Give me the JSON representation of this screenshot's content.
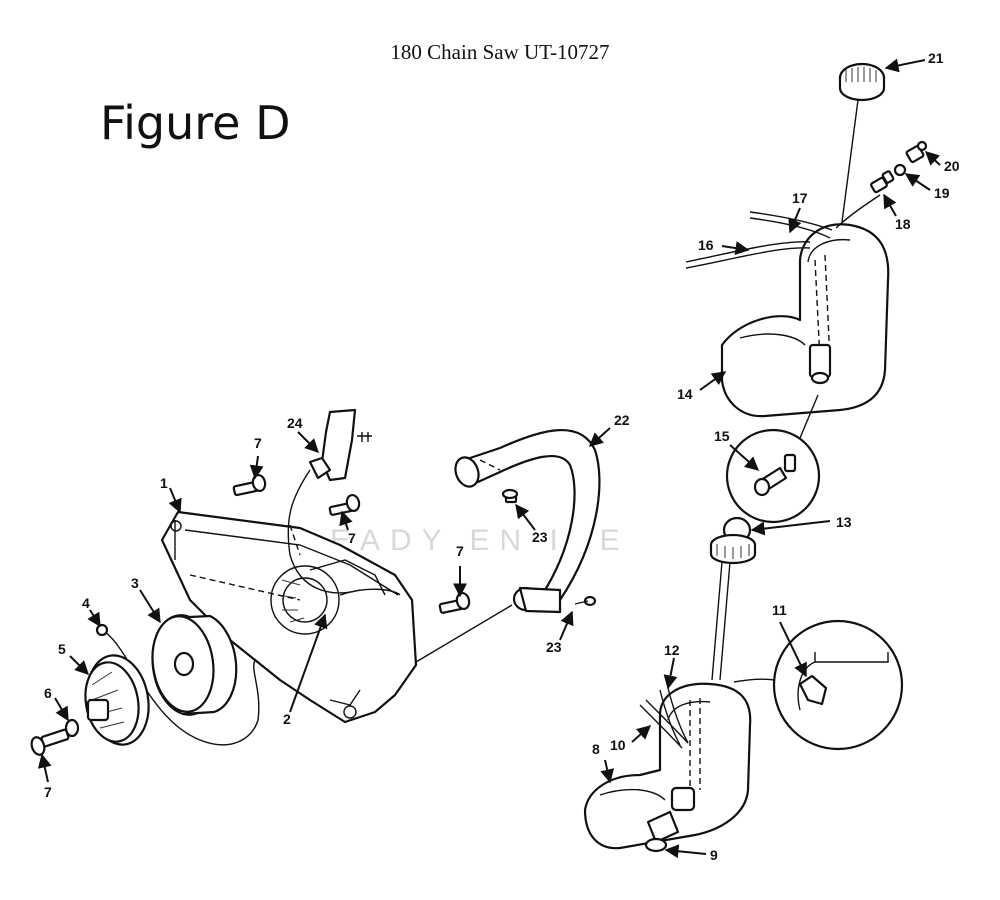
{
  "header": {
    "document_title": "180 Chain Saw UT-10727",
    "figure_title": "Figure D"
  },
  "watermark": "EADY EN  IRE",
  "callouts": {
    "c1": "1",
    "c2": "2",
    "c3": "3",
    "c4": "4",
    "c5": "5",
    "c6": "6",
    "c7a": "7",
    "c7b": "7",
    "c7c": "7",
    "c7d": "7",
    "c8": "8",
    "c9": "9",
    "c10": "10",
    "c11": "11",
    "c12": "12",
    "c13": "13",
    "c14": "14",
    "c15": "15",
    "c16": "16",
    "c17": "17",
    "c18": "18",
    "c19": "19",
    "c20": "20",
    "c21": "21",
    "c22": "22",
    "c23a": "23",
    "c23b": "23",
    "c24": "24"
  },
  "colors": {
    "ink": "#111111",
    "background": "#ffffff",
    "watermark": "#d8d8d8"
  }
}
